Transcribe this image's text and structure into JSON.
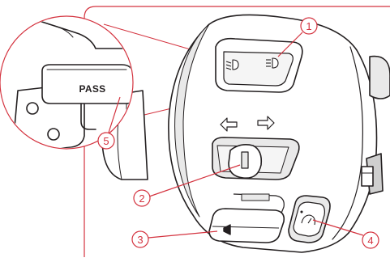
{
  "colors": {
    "callout": "#d4333f",
    "outline": "#231f20",
    "body_fill": "#ffffff",
    "shade": "#e9e9e9",
    "dark_shade": "#cfcfcf",
    "panel": "#f5f5f5"
  },
  "inset": {
    "label": "PASS",
    "callout_number": "5"
  },
  "switches": [
    {
      "number": "1",
      "icons": [
        "low-beam-icon",
        "high-beam-icon"
      ]
    },
    {
      "number": "2",
      "icons": [
        "turn-left-arrow-icon",
        "turn-right-arrow-icon"
      ]
    },
    {
      "number": "3",
      "icons": [
        "horn-icon"
      ]
    },
    {
      "number": "4",
      "icons": [
        "hazard-speedometer-icon"
      ]
    }
  ]
}
